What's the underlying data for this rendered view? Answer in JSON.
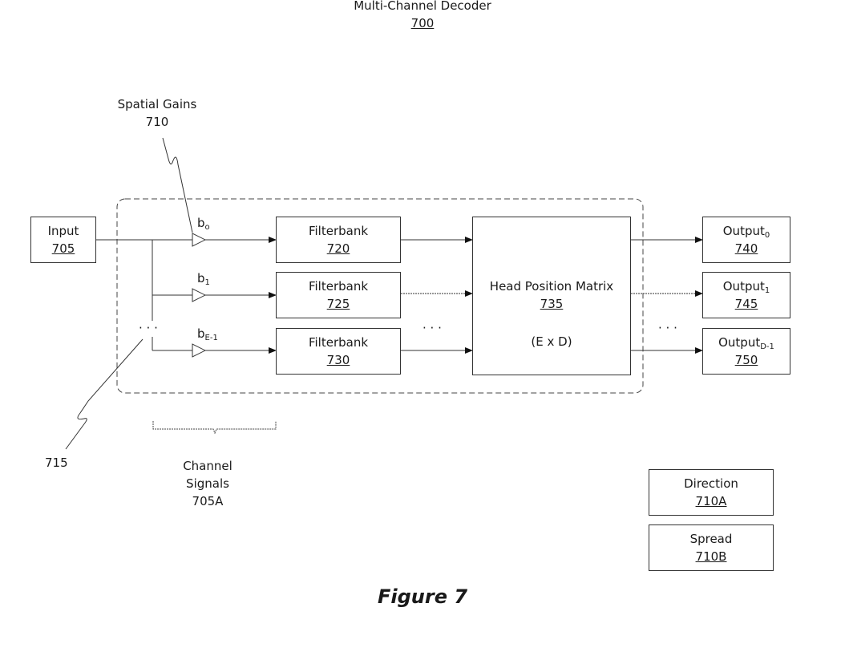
{
  "title": {
    "name": "Multi-Channel Decoder",
    "ref": "700"
  },
  "spatial_gains": {
    "label": "Spatial Gains",
    "ref": "710"
  },
  "input": {
    "label": "Input",
    "ref": "705"
  },
  "gains": [
    {
      "base": "b",
      "sub": "o"
    },
    {
      "base": "b",
      "sub": "1"
    },
    {
      "base": "b",
      "sub": "E-1"
    }
  ],
  "filterbanks": [
    {
      "label": "Filterbank",
      "ref": "720"
    },
    {
      "label": "Filterbank",
      "ref": "725"
    },
    {
      "label": "Filterbank",
      "ref": "730"
    }
  ],
  "matrix": {
    "label": "Head Position Matrix",
    "ref": "735",
    "dims": "(E x D)"
  },
  "outputs": [
    {
      "base": "Output",
      "sub": "0",
      "ref": "740"
    },
    {
      "base": "Output",
      "sub": "1",
      "ref": "745"
    },
    {
      "base": "Output",
      "sub": "D-1",
      "ref": "750"
    }
  ],
  "ellipsis": "· · ·",
  "ref_715": "715",
  "channel_signals": {
    "line1": "Channel",
    "line2": "Signals",
    "ref": "705A"
  },
  "legend": [
    {
      "label": "Direction",
      "ref": "710A"
    },
    {
      "label": "Spread",
      "ref": "710B"
    }
  ],
  "caption": "Figure 7"
}
